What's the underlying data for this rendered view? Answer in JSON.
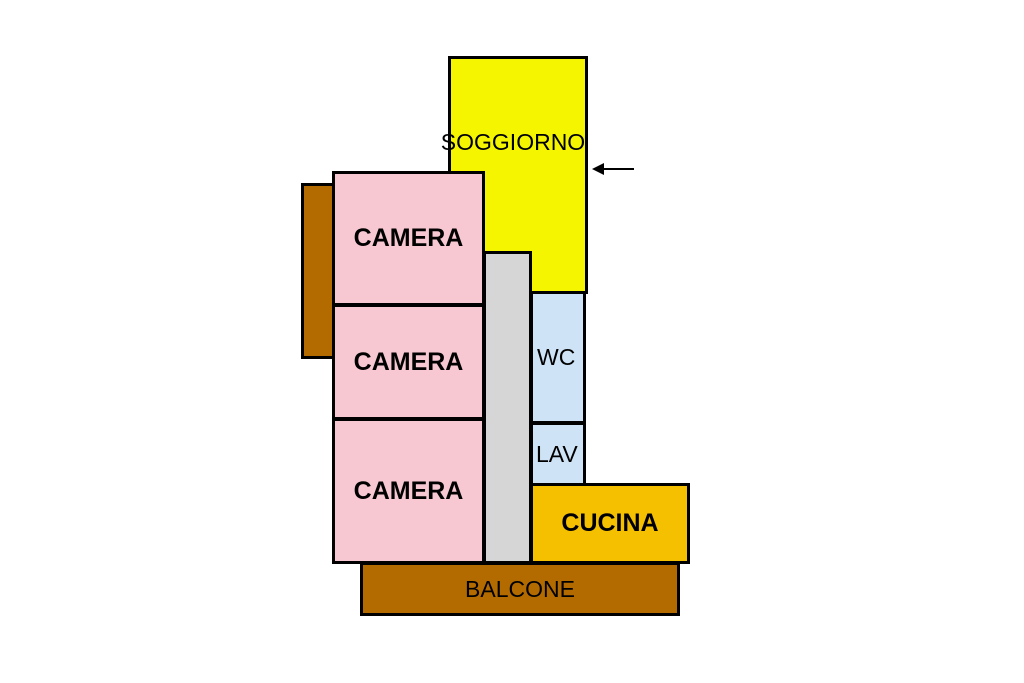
{
  "floorplan": {
    "rooms": {
      "soggiorno": {
        "label": "SOGGIORNO",
        "color": "#f5f500"
      },
      "camera_1": {
        "label": "CAMERA",
        "color": "#f7c8d2"
      },
      "camera_2": {
        "label": "CAMERA",
        "color": "#f7c8d2"
      },
      "camera_3": {
        "label": "CAMERA",
        "color": "#f7c8d2"
      },
      "wc": {
        "label": "WC",
        "color": "#cfe3f6"
      },
      "lav": {
        "label": "LAV",
        "color": "#cfe3f6"
      },
      "cucina": {
        "label": "CUCINA",
        "color": "#f5c000"
      },
      "balcone": {
        "label": "BALCONE",
        "color": "#b36b00"
      },
      "balcone_left": {
        "label": "",
        "color": "#b36b00"
      },
      "corridor": {
        "label": "",
        "color": "#d6d6d6"
      }
    },
    "entrance_arrow": {
      "icon": "arrow-left-icon"
    }
  }
}
